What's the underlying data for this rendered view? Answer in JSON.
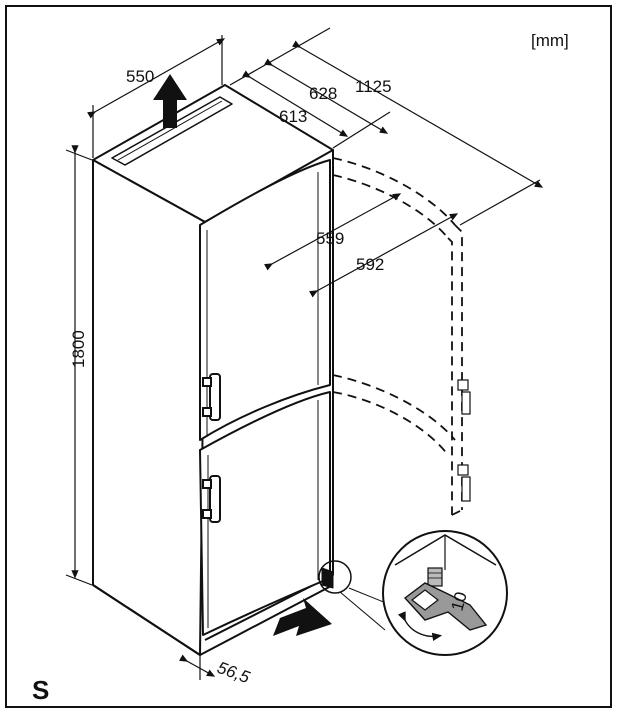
{
  "unit_label": "[mm]",
  "variant_letter": "S",
  "dimensions": {
    "width": "550",
    "depth_door_open": "628",
    "depth": "613",
    "door_open_total": "1125",
    "inner_depth": "559",
    "depth_with_door": "592",
    "height": "1800",
    "foot_clearance": "56,5",
    "wrench_size": "10"
  }
}
